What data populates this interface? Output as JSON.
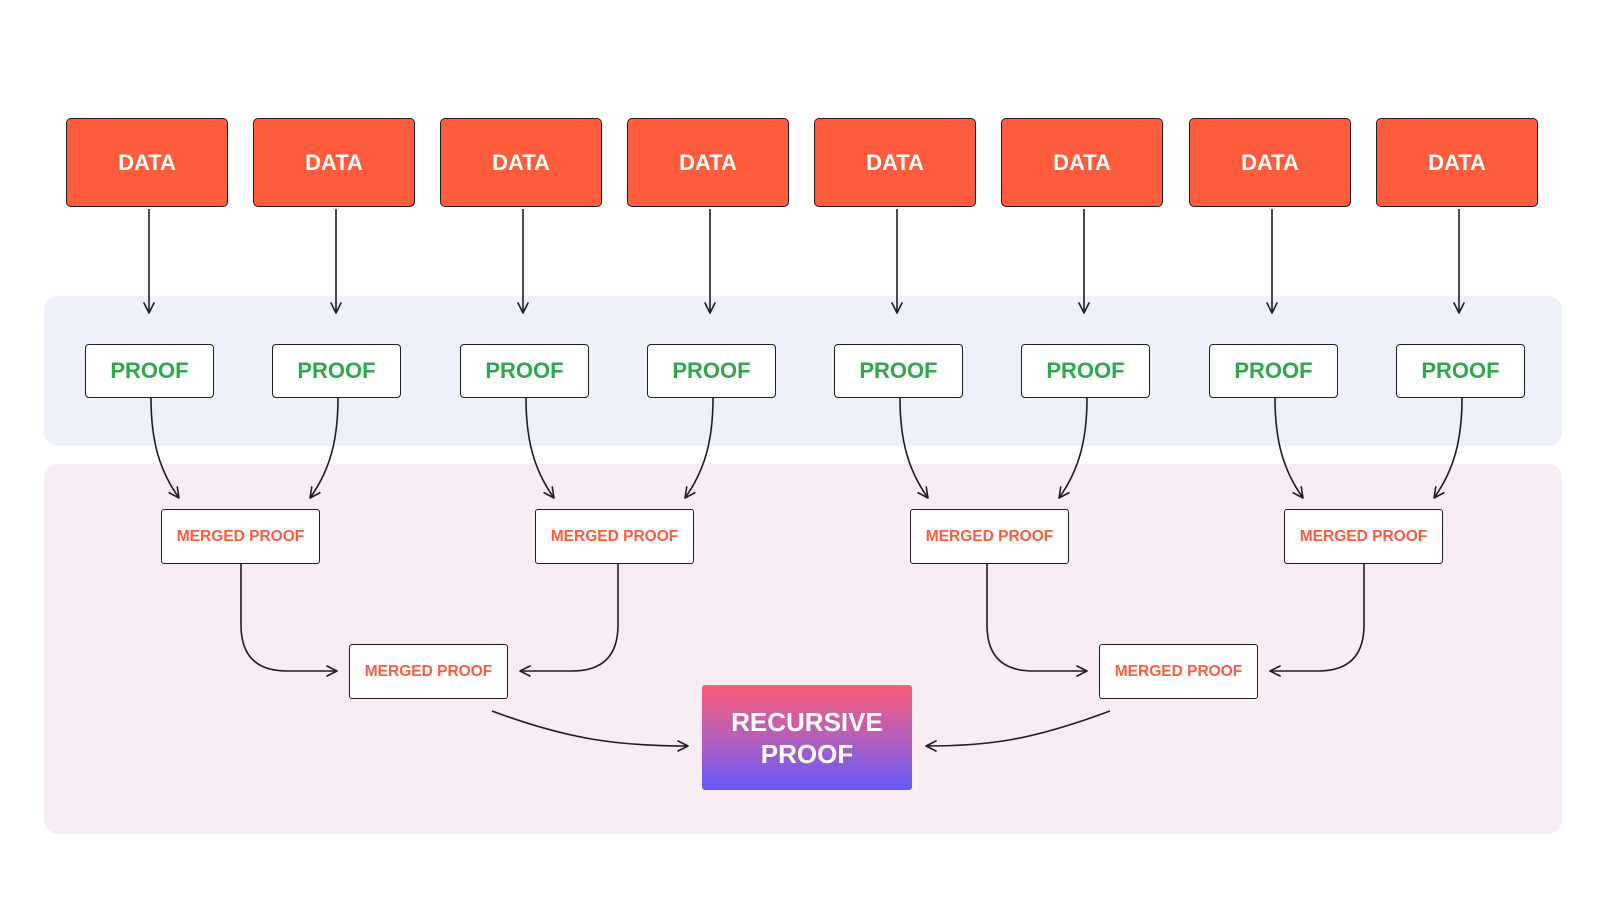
{
  "diagram": {
    "data_label": "DATA",
    "proof_label": "PROOF",
    "merged_label": "MERGED PROOF",
    "recursive_label": "RECURSIVE PROOF",
    "data_count": 8,
    "proof_count": 8,
    "merged_level1_count": 4,
    "merged_level2_count": 2
  },
  "colors": {
    "data_fill": "#ff5c3d",
    "proof_text": "#2ea84a",
    "merged_text": "#ff5c3d",
    "proof_band": "#eff1fa",
    "merged_band": "#f8edf5",
    "recursive_gradient_top": "#fb5c78",
    "recursive_gradient_bottom": "#6459fb",
    "line": "#1f1f1f"
  }
}
